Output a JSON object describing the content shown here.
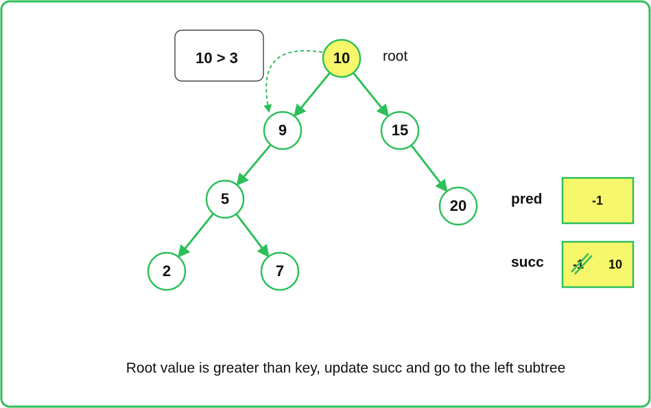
{
  "condition": "10 > 3",
  "root_label": "root",
  "nodes": [
    {
      "id": "10",
      "value": "10",
      "highlighted": true
    },
    {
      "id": "9",
      "value": "9",
      "highlighted": false
    },
    {
      "id": "15",
      "value": "15",
      "highlighted": false
    },
    {
      "id": "5",
      "value": "5",
      "highlighted": false
    },
    {
      "id": "20",
      "value": "20",
      "highlighted": false
    },
    {
      "id": "2",
      "value": "2",
      "highlighted": false
    },
    {
      "id": "7",
      "value": "7",
      "highlighted": false
    }
  ],
  "edges": [
    {
      "from": "10",
      "to": "9"
    },
    {
      "from": "10",
      "to": "15"
    },
    {
      "from": "9",
      "to": "5"
    },
    {
      "from": "15",
      "to": "20"
    },
    {
      "from": "5",
      "to": "2"
    },
    {
      "from": "5",
      "to": "7"
    }
  ],
  "pred": {
    "label": "pred",
    "value": "-1"
  },
  "succ": {
    "label": "succ",
    "old_value": "-1",
    "new_value": "10"
  },
  "caption": "Root value is greater than key, update succ and go to the left subtree",
  "colors": {
    "green": "#2dbf5a",
    "highlight_fill": "#f7f76b",
    "box_fill": "#f7f76b",
    "border": "#2dbf5a"
  }
}
